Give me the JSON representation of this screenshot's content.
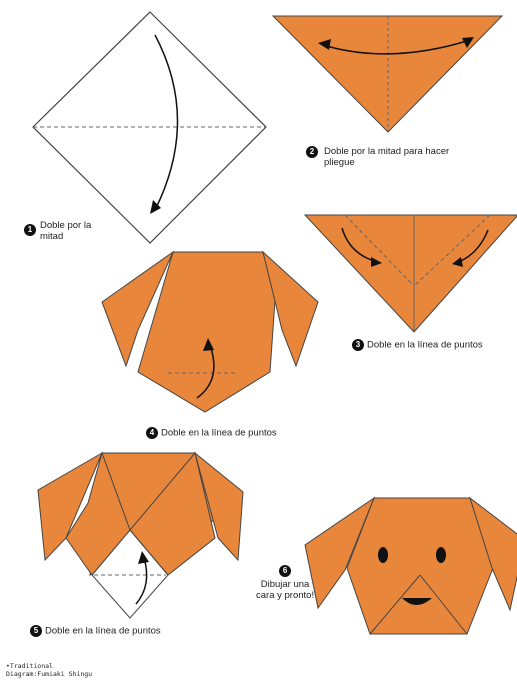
{
  "colors": {
    "paper": "#E8873C",
    "outline": "#444444",
    "fold_line": "#666666",
    "arrow": "#111111",
    "white": "#FFFFFF"
  },
  "steps": [
    {
      "number": "1",
      "text_line1": "Doble por la",
      "text_line2": "mitad"
    },
    {
      "number": "2",
      "text_line1": "Doble por la mitad para hacer",
      "text_line2": "pliegue"
    },
    {
      "number": "3",
      "text_line1": "Doble en la línea de puntos",
      "text_line2": ""
    },
    {
      "number": "4",
      "text_line1": "Doble en la línea de puntos",
      "text_line2": ""
    },
    {
      "number": "5",
      "text_line1": "Doble en la línea de puntos",
      "text_line2": ""
    },
    {
      "number": "6",
      "text_line1": "Dibujar una",
      "text_line2": "cara y pronto!"
    }
  ],
  "credit": {
    "line1": "•Traditional",
    "line2": "Diagram:Fumiaki Shingu"
  }
}
